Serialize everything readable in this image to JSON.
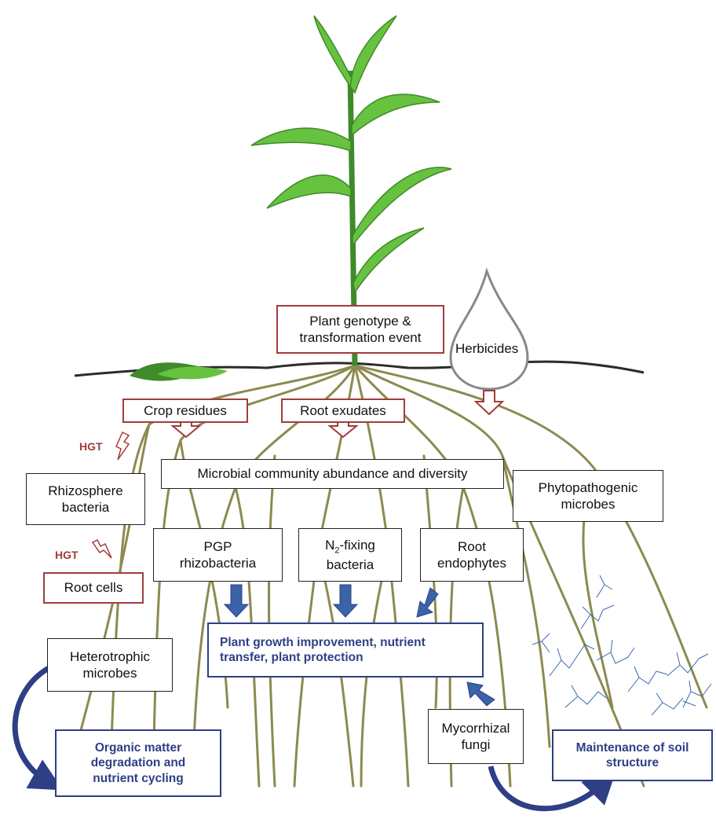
{
  "plant": {
    "genotype": "Plant genotype &\ntransformation event",
    "herbicides": "Herbicides"
  },
  "inputs": {
    "crop_residues": "Crop residues",
    "root_exudates": "Root exudates"
  },
  "community": "Microbial community abundance and diversity",
  "hgt": [
    "HGT",
    "HGT"
  ],
  "boxes": {
    "rhizosphere": "Rhizosphere\nbacteria",
    "phytopathogenic": "Phytopathogenic\nmicrobes",
    "pgp": "PGP\nrhizobacteria",
    "n2_prefix": "N",
    "n2_sub": "2",
    "n2_suffix": "-fixing",
    "n2_line2": "bacteria",
    "endophytes": "Root\nendophytes",
    "root_cells": "Root cells",
    "heterotrophic": "Heterotrophic\nmicrobes",
    "mycorrhizal": "Mycorrhizal\nfungi"
  },
  "outcomes": {
    "growth": "Plant growth improvement, nutrient\ntransfer, plant protection",
    "organic": "Organic matter\ndegradation and\nnutrient cycling",
    "soil": "Maintenance of soil\nstructure"
  },
  "colors": {
    "root": "#8c8a50",
    "leaf": "#67c23f",
    "leaf_dark": "#3f8a2a",
    "red_border": "#a23c3c",
    "blue": "#2e3f86",
    "arrow_blue": "#3a63a8",
    "mycelium": "#3c68b0"
  }
}
